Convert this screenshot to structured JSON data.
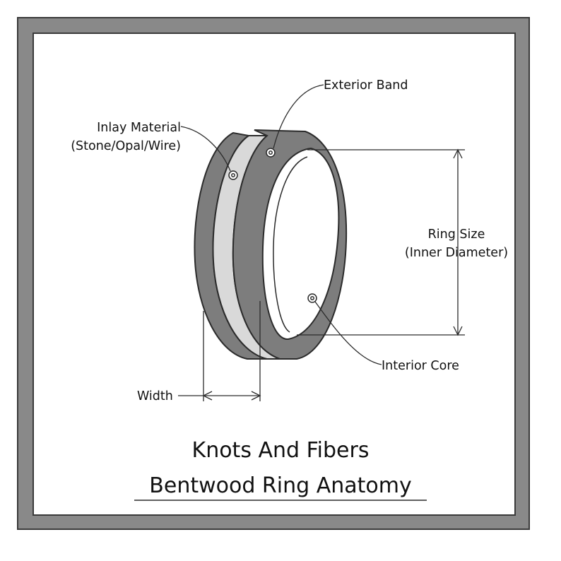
{
  "labels": {
    "exterior_band": "Exterior Band",
    "inlay_line1": "Inlay Material",
    "inlay_line2": "(Stone/Opal/Wire)",
    "ring_size_line1": "Ring Size",
    "ring_size_line2": "(Inner Diameter)",
    "interior_core": "Interior Core",
    "width": "Width"
  },
  "title": {
    "line1": "Knots And Fibers",
    "line2": "Bentwood Ring Anatomy"
  },
  "colors": {
    "frame": "#898989",
    "band": "#7d7d7d",
    "inlay": "#d9d9d9",
    "outline": "#2b2b2b"
  }
}
